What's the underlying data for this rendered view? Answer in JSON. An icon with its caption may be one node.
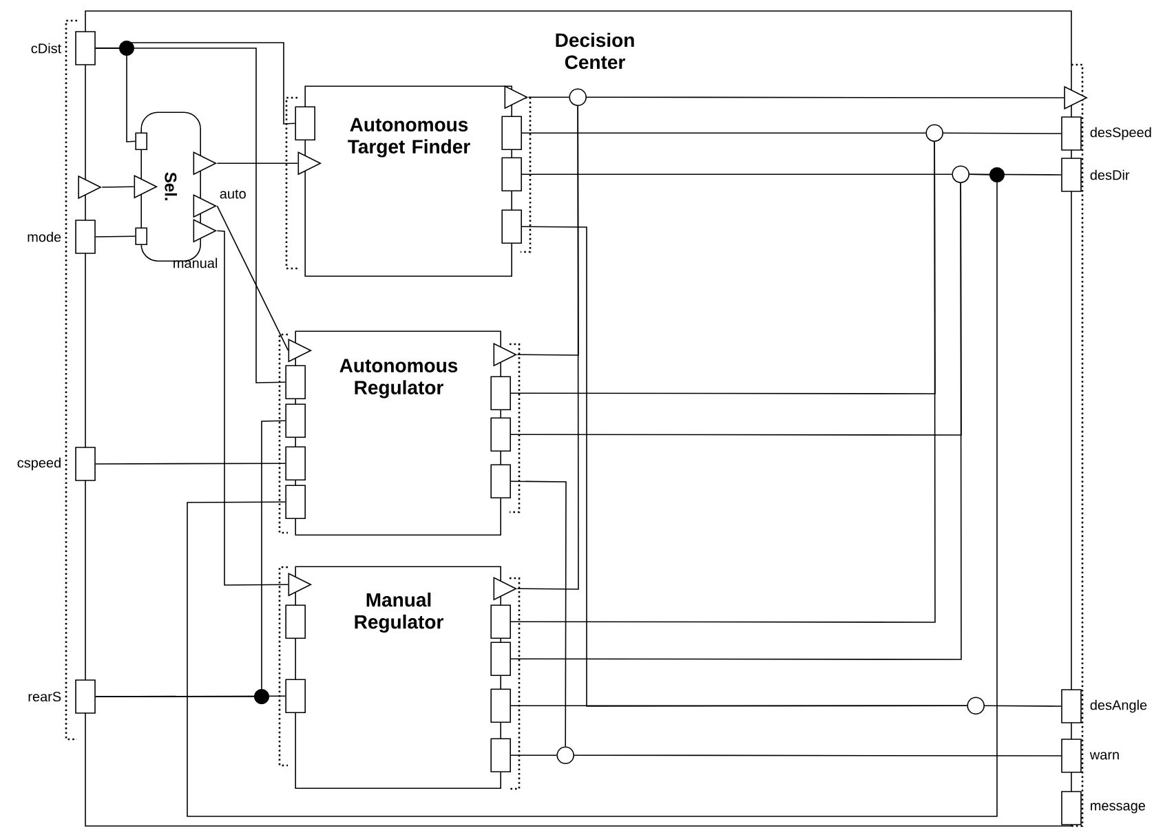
{
  "diagram": {
    "nodes": [
      {
        "text": [
          "Decision Center"
        ]
      },
      {
        "text": [
          "Sel."
        ],
        "in": 0,
        "beside": [
          "manual"
        ]
      },
      {
        "text": [
          "Autonomous Target Finder"
        ],
        "in": 0
      },
      {
        "text": [
          "Autonomous Regulator"
        ],
        "in": 0
      },
      {
        "text": [
          "Manual Regulator"
        ],
        "in": 0
      },
      {
        "text": [],
        "shape": "box",
        "beside": [
          "cDist"
        ]
      },
      {
        "text": [],
        "shape": "triangle"
      },
      {
        "text": [],
        "shape": "box",
        "beside": [
          "mode"
        ]
      },
      {
        "text": [],
        "shape": "box",
        "beside": [
          "cspeed"
        ]
      },
      {
        "text": [],
        "shape": "box",
        "beside": [
          "rearS"
        ]
      },
      {
        "text": [],
        "shape": "triangle"
      },
      {
        "text": [],
        "shape": "box",
        "beside": [
          "desSpeed"
        ]
      },
      {
        "text": [],
        "shape": "box",
        "beside": [
          "desDir"
        ]
      },
      {
        "text": [],
        "shape": "box",
        "beside": [
          "desAngle"
        ]
      },
      {
        "text": [],
        "shape": "box",
        "beside": [
          "warn"
        ]
      },
      {
        "text": [],
        "shape": "box",
        "beside": [
          "message"
        ]
      },
      {
        "text": [],
        "shape": "box",
        "in": 0
      },
      {
        "text": [],
        "shape": "triangle",
        "in": 0
      },
      {
        "text": [],
        "shape": "box",
        "in": 0
      },
      {
        "text": [],
        "shape": "triangle",
        "in": 0
      },
      {
        "text": [],
        "shape": "triangle",
        "in": 0,
        "beside": [
          "auto"
        ]
      },
      {
        "text": [],
        "shape": "triangle",
        "in": 0
      },
      {
        "text": [],
        "shape": "box",
        "in": 0
      },
      {
        "text": [],
        "shape": "triangle",
        "in": 0
      },
      {
        "text": [],
        "shape": "triangle",
        "in": 0
      },
      {
        "text": [],
        "shape": "box",
        "in": 0
      },
      {
        "text": [],
        "shape": "box",
        "in": 0
      },
      {
        "text": [],
        "shape": "box",
        "in": 0
      },
      {
        "text": [],
        "shape": "triangle",
        "in": 0
      },
      {
        "text": [],
        "shape": "box",
        "in": 0
      },
      {
        "text": [],
        "shape": "box",
        "in": 0
      },
      {
        "text": [],
        "shape": "box",
        "in": 0
      },
      {
        "text": [],
        "shape": "box",
        "in": 0
      },
      {
        "text": [],
        "shape": "triangle",
        "in": 0
      },
      {
        "text": [],
        "shape": "box",
        "in": 0
      },
      {
        "text": [],
        "shape": "box",
        "in": 0
      },
      {
        "text": [],
        "shape": "box",
        "in": 0
      },
      {
        "text": [],
        "shape": "triangle",
        "in": 0
      },
      {
        "text": [],
        "shape": "box",
        "in": 0
      },
      {
        "text": [],
        "shape": "box",
        "in": 0
      },
      {
        "text": [],
        "shape": "triangle",
        "in": 0
      },
      {
        "text": [],
        "shape": "box",
        "in": 0
      },
      {
        "text": [],
        "shape": "box",
        "in": 0
      },
      {
        "text": [],
        "shape": "box",
        "in": 0
      },
      {
        "text": [],
        "shape": "box",
        "in": 0
      },
      {
        "text": [],
        "shape": "circle",
        "in": 0
      },
      {
        "text": [],
        "shape": "circle",
        "in": 0
      },
      {
        "text": [],
        "shape": "circle",
        "in": 0
      },
      {
        "text": [],
        "shape": "circle",
        "in": 0
      },
      {
        "text": [],
        "shape": "circle",
        "in": 0
      }
    ],
    "edges": [
      {
        "from": 5,
        "to": 22,
        "arrow": "none"
      },
      {
        "from": 5,
        "to": 16,
        "arrow": "none"
      },
      {
        "from": 5,
        "to": 29,
        "arrow": "none"
      },
      {
        "from": 6,
        "to": 17,
        "arrow": "none"
      },
      {
        "from": 7,
        "to": 18,
        "arrow": "none"
      },
      {
        "from": 19,
        "to": 23,
        "arrow": "none"
      },
      {
        "from": 20,
        "to": 28,
        "arrow": "none"
      },
      {
        "from": 21,
        "to": 37,
        "arrow": "none"
      },
      {
        "from": 8,
        "to": 31,
        "arrow": "none"
      },
      {
        "from": 9,
        "to": 39,
        "arrow": "none"
      },
      {
        "from": 9,
        "to": 30,
        "arrow": "none"
      },
      {
        "from": 24,
        "to": 45,
        "arrow": "none"
      },
      {
        "from": 33,
        "to": 45,
        "arrow": "none"
      },
      {
        "from": 40,
        "to": 45,
        "arrow": "none"
      },
      {
        "from": 45,
        "to": 10,
        "arrow": "none"
      },
      {
        "from": 25,
        "to": 46,
        "arrow": "none"
      },
      {
        "from": 34,
        "to": 46,
        "arrow": "none"
      },
      {
        "from": 41,
        "to": 46,
        "arrow": "none"
      },
      {
        "from": 46,
        "to": 11,
        "arrow": "none"
      },
      {
        "from": 26,
        "to": 47,
        "arrow": "none"
      },
      {
        "from": 35,
        "to": 47,
        "arrow": "none"
      },
      {
        "from": 42,
        "to": 47,
        "arrow": "none"
      },
      {
        "from": 47,
        "to": 12,
        "arrow": "none"
      },
      {
        "from": 47,
        "to": 32,
        "arrow": "none"
      },
      {
        "from": 27,
        "to": 48,
        "arrow": "none"
      },
      {
        "from": 43,
        "to": 48,
        "arrow": "none"
      },
      {
        "from": 48,
        "to": 13,
        "arrow": "none"
      },
      {
        "from": 36,
        "to": 49,
        "arrow": "none"
      },
      {
        "from": 44,
        "to": 49,
        "arrow": "none"
      },
      {
        "from": 49,
        "to": 14,
        "arrow": "none"
      }
    ]
  }
}
